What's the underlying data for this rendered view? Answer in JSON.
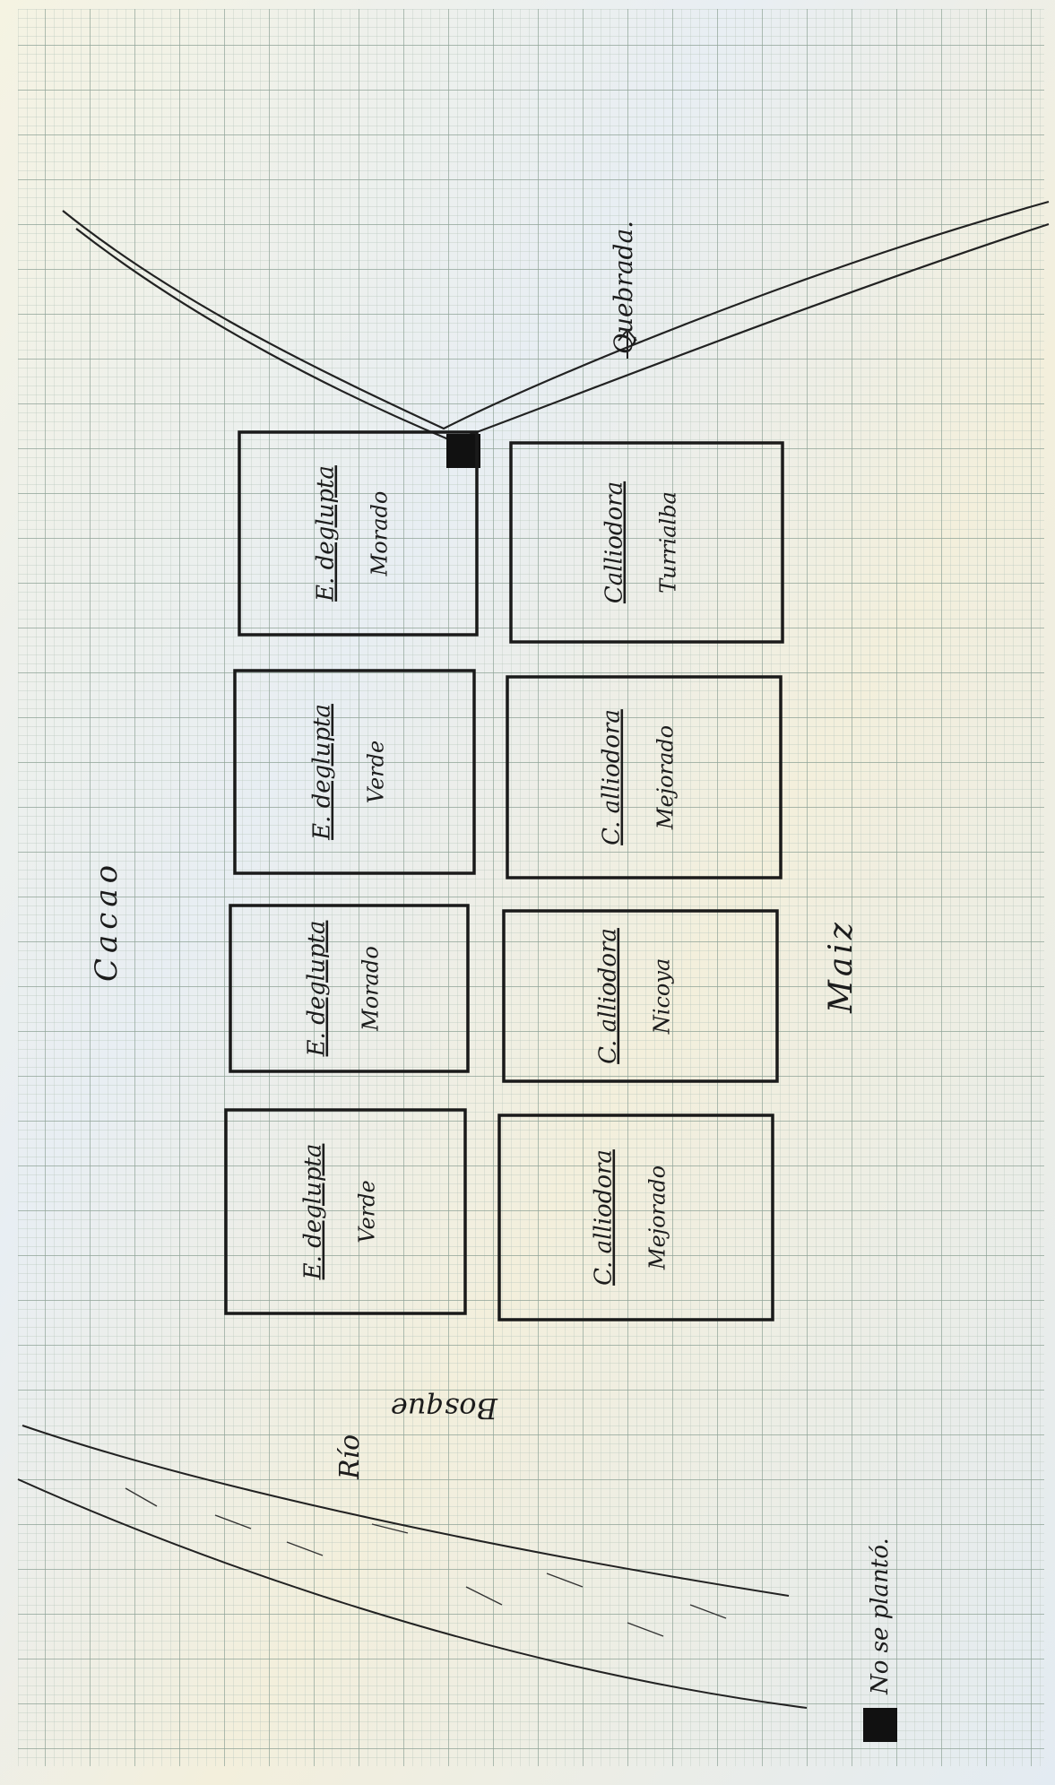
{
  "labels": {
    "cacao": "Cacao",
    "maiz": "Maiz",
    "bosque": "Bosque",
    "rio": "Río",
    "quebrada": "Quebrada.",
    "no_se_planto": "No se plantó."
  },
  "plots": [
    {
      "species": "E. deglupta",
      "variety": "Morado"
    },
    {
      "species": "Calliodora",
      "variety": "Turrialba"
    },
    {
      "species": "E. deglupta",
      "variety": "Verde"
    },
    {
      "species": "C. alliodora",
      "variety": "Mejorado"
    },
    {
      "species": "E. deglupta",
      "variety": "Morado"
    },
    {
      "species": "C. alliodora",
      "variety": "Nicoya"
    },
    {
      "species": "E. deglupta",
      "variety": "Verde"
    },
    {
      "species": "C. alliodora",
      "variety": "Mejorado"
    }
  ],
  "colors": {
    "ink": "#1a1a1a",
    "grid_minor": "#b9c7bd",
    "grid_major": "#8fa397",
    "paper": "#eef2ee"
  }
}
